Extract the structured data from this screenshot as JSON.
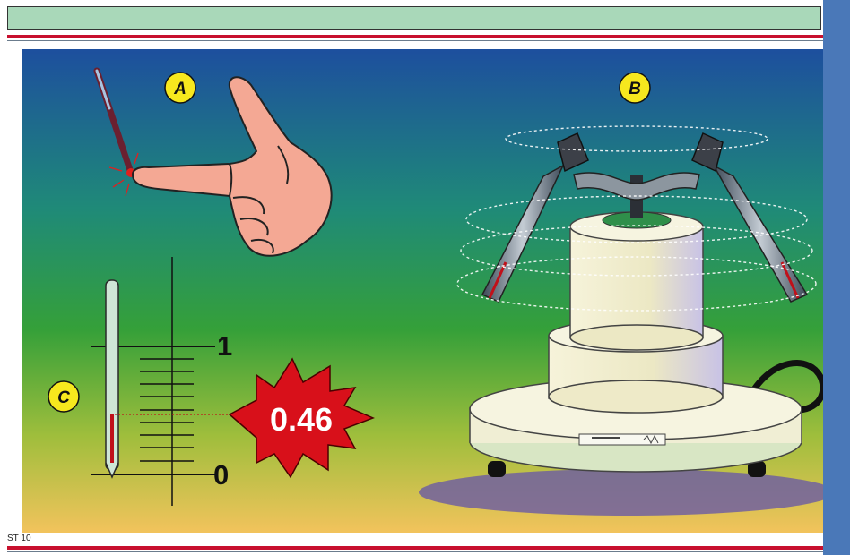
{
  "labels": {
    "a": "A",
    "b": "B",
    "c": "C"
  },
  "scale": {
    "top": "1",
    "bottom": "0"
  },
  "reading": "0.46",
  "footer": {
    "code": "ST 10"
  },
  "colors": {
    "header_bar": "#a9d8b9",
    "red_rule": "#c8102e",
    "side_strip": "#4a78b8",
    "burst": "#d8101a",
    "badge": "#f7e81e"
  },
  "icons": [
    "thermometer-icon",
    "pointing-hand-icon",
    "centrifuge-icon",
    "starburst-icon"
  ]
}
